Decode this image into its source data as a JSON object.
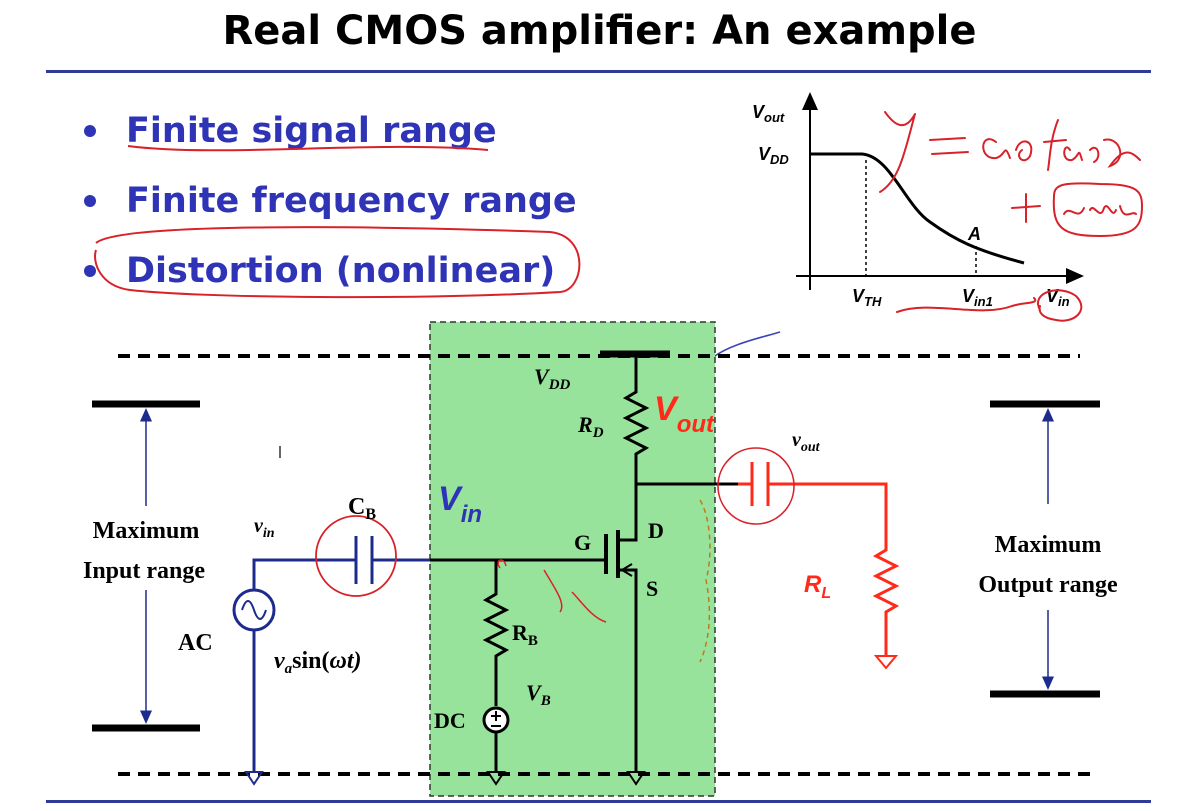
{
  "slide": {
    "title": "Real CMOS amplifier: An example",
    "bullets": [
      "Finite signal range",
      "Finite frequency range",
      "Distortion (nonlinear)"
    ]
  },
  "graph": {
    "y_axis_label": "V",
    "y_axis_sub": "out",
    "vdd_label": "V",
    "vdd_sub": "DD",
    "x_axis_label": "V",
    "x_axis_sub": "in",
    "vth_label": "V",
    "vth_sub": "TH",
    "vin1_label": "V",
    "vin1_sub": "in1",
    "point_label": "A"
  },
  "circuit": {
    "vdd": "V",
    "vdd_sub": "DD",
    "rd": "R",
    "rd_sub": "D",
    "vout_red": "V",
    "vout_red_sub": "out",
    "vout_small": "v",
    "vout_small_sub": "out",
    "vin_blue": "V",
    "vin_blue_sub": "in",
    "vin_small": "v",
    "vin_small_sub": "in",
    "cb": "C",
    "cb_sub": "B",
    "gate": "G",
    "drain": "D",
    "source": "S",
    "rb": "R",
    "rb_sub": "B",
    "vb": "V",
    "vb_sub": "B",
    "dc": "DC",
    "ac": "AC",
    "source_expr_a": "v",
    "source_expr_sub": "a",
    "source_expr_b": "sin(",
    "source_expr_omega": "ω",
    "source_expr_t": "t)",
    "rl": "R",
    "rl_sub": "L",
    "max_input_1": "Maximum",
    "max_input_2": "Input range",
    "max_output_1": "Maximum",
    "max_output_2": "Output range"
  },
  "colors": {
    "title_rule": "#2f3a9a",
    "bullet_text": "#2e34b5",
    "circuit_blue": "#1d2c8c",
    "output_red": "#ff2a1a",
    "annotation_red": "#d8222a",
    "shaded_region": "#98e39c"
  }
}
